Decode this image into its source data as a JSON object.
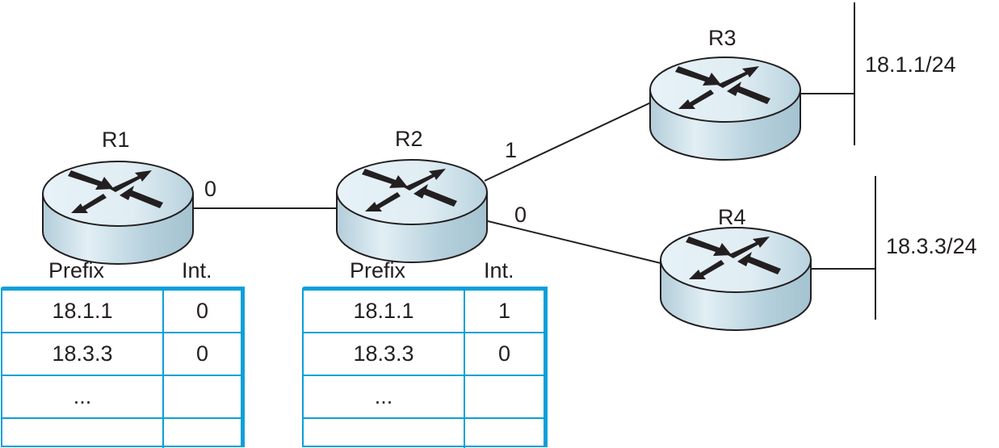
{
  "routers": [
    {
      "id": "R1",
      "label": "R1"
    },
    {
      "id": "R2",
      "label": "R2"
    },
    {
      "id": "R3",
      "label": "R3"
    },
    {
      "id": "R4",
      "label": "R4"
    }
  ],
  "links": [
    {
      "from": "R1",
      "to": "R2",
      "interface_label": "0"
    },
    {
      "from": "R2",
      "to": "R3",
      "interface_label": "1"
    },
    {
      "from": "R2",
      "to": "R4",
      "interface_label": "0"
    }
  ],
  "subnets": [
    {
      "router": "R3",
      "label": "18.1.1/24"
    },
    {
      "router": "R4",
      "label": "18.3.3/24"
    }
  ],
  "tables": [
    {
      "router": "R1",
      "headers": [
        "Prefix",
        "Int."
      ],
      "rows": [
        [
          "18.1.1",
          "0"
        ],
        [
          "18.3.3",
          "0"
        ],
        [
          "...",
          ""
        ],
        [
          "",
          ""
        ]
      ]
    },
    {
      "router": "R2",
      "headers": [
        "Prefix",
        "Int."
      ],
      "rows": [
        [
          "18.1.1",
          "1"
        ],
        [
          "18.3.3",
          "0"
        ],
        [
          "...",
          ""
        ],
        [
          "",
          ""
        ]
      ]
    }
  ],
  "colors": {
    "table_border": "#0aa0d8",
    "router_top": "#e3eff5",
    "router_side": "#a8c6d4",
    "line": "#231f20"
  }
}
